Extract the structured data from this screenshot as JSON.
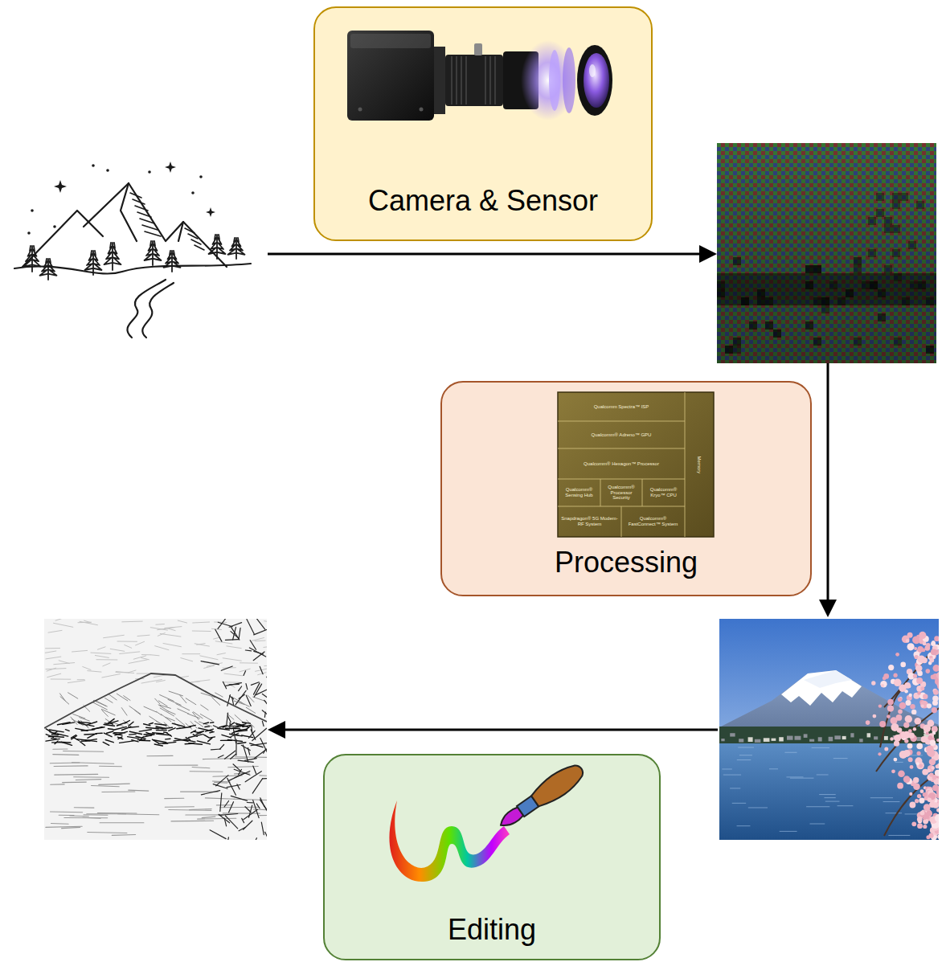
{
  "diagram": {
    "nodes": [
      {
        "text": [
          "Camera & Sensor"
        ]
      },
      {
        "text": [
          "Processing"
        ]
      },
      {
        "text": [
          "Editing"
        ]
      }
    ],
    "labels": [
      "Qualcomm Spectra™ ISP",
      "Qualcomm® Adreno™ GPU",
      "Qualcomm® Hexagon™ Processor",
      "Qualcomm® Sensing Hub",
      "Qualcomm® Processor Security",
      "Qualcomm® Kryo™ CPU",
      "Snapdragon® 5G Modem-RF System",
      "Qualcomm® FastConnect™ System",
      "Memory"
    ]
  }
}
